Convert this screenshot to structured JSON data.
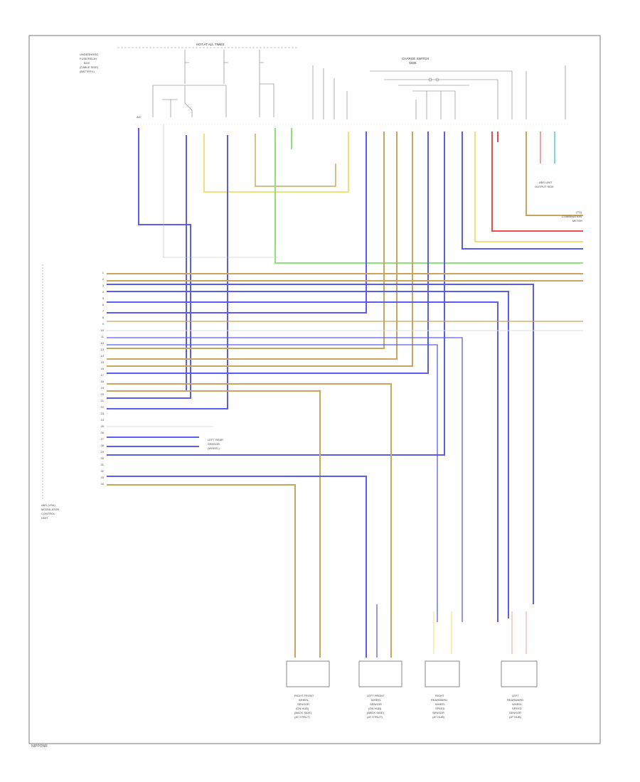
{
  "diagram": {
    "footer_code": "NIPPONR",
    "top_labels": {
      "left_block": [
        "UNDERHOOD",
        "FUSE/RELAY",
        "BOX",
        "(CABLE SIDE)",
        "(BATTERY)"
      ],
      "fuse_box_title": "HOT AT ALL TIMES",
      "power_title": [
        "CHARGE SWITCH",
        "SIDE"
      ]
    },
    "connector_titles": {
      "left": "A/C",
      "unit": "ABS UNIT",
      "unit_sub": "OUTPUT SIDE"
    },
    "module_label": [
      "ABS (VSA)",
      "MODULATOR",
      "CONTROL",
      "UNIT"
    ],
    "lower_note": [
      "LEFT REAR",
      "SENSOR",
      "(WHEEL)"
    ],
    "right_side_label": [
      "(TO)",
      "COMBINATION",
      "METER"
    ],
    "pin_numbers": [
      "1",
      "2",
      "3",
      "4",
      "5",
      "6",
      "7",
      "8",
      "9",
      "10",
      "11",
      "12",
      "13",
      "14",
      "15",
      "16",
      "17",
      "18",
      "19",
      "20",
      "21",
      "22",
      "23",
      "24",
      "25",
      "26",
      "27",
      "28",
      "29",
      "30",
      "31",
      "32",
      "33",
      "34"
    ],
    "sensors": [
      {
        "label": [
          "RIGHT FRONT",
          "WHEEL",
          "SENSOR",
          "(ON HUB)",
          "(BACK SIDE)",
          "(AT STRUT)"
        ]
      },
      {
        "label": [
          "LEFT FRONT",
          "WHEEL",
          "SENSOR",
          "(ON HUB)",
          "(BACK SIDE)",
          "(AT STRUT)"
        ]
      },
      {
        "label": [
          "RIGHT",
          "REARWARD",
          "WHEEL",
          "SPEED",
          "SENSOR",
          "(AT HUB)"
        ]
      },
      {
        "label": [
          "LEFT",
          "REARWARD",
          "WHEEL",
          "SPEED",
          "SENSOR",
          "(AT HUB)"
        ]
      }
    ],
    "wire_colors": {
      "blue": "#5a5cf0",
      "tan": "#c9a55e",
      "yellow": "#ece37a",
      "green": "#8fe27a",
      "red": "#f24a4a",
      "cyan": "#7cd7e8",
      "pink": "#f2a0a0",
      "gray": "#8c8c8c"
    }
  }
}
